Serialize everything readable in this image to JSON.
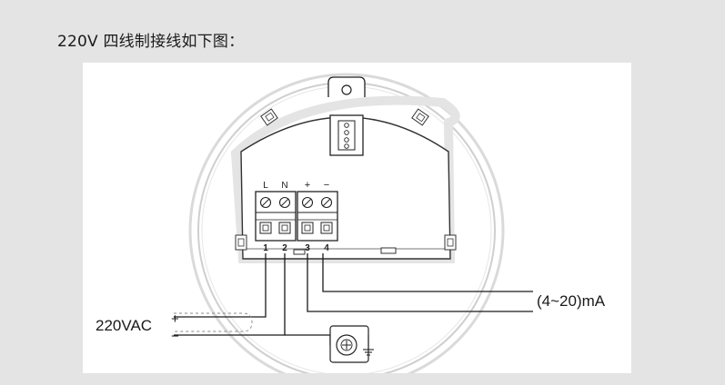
{
  "title": "220V  四线制接线如下图：",
  "terminals": {
    "top_labels": [
      "L",
      "N",
      "+",
      "−"
    ],
    "numbers": [
      "1",
      "2",
      "3",
      "4"
    ]
  },
  "labels": {
    "power": "220VAC",
    "power_plus": "+",
    "power_minus": "−",
    "signal": "(4~20)mA"
  }
}
